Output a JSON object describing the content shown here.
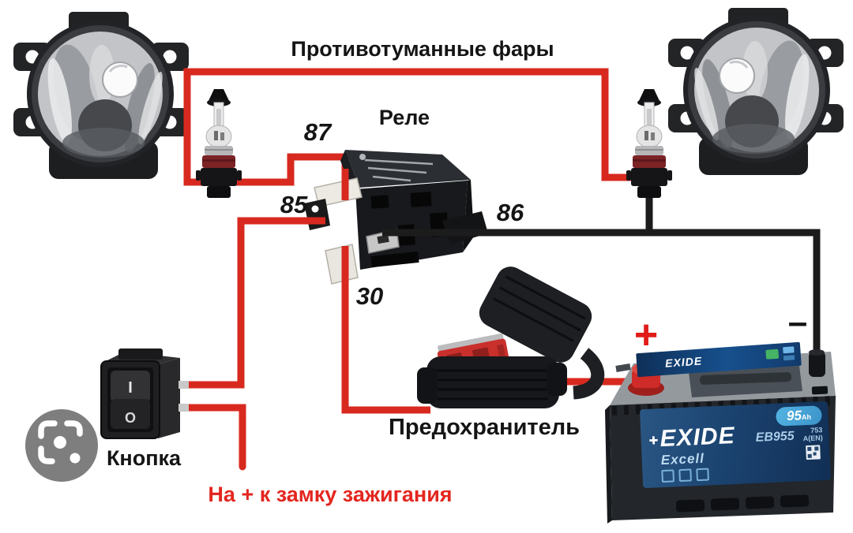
{
  "title": "Противотуманные фары",
  "relay": {
    "label": "Реле",
    "pin_87": "87",
    "pin_85": "85",
    "pin_86": "86",
    "pin_30": "30"
  },
  "fuse_label": "Предохранитель",
  "switch": {
    "label": "Кнопка",
    "on_mark": "I",
    "off_mark": "O"
  },
  "ignition_note": "На + к замку зажигания",
  "battery": {
    "plus_sign": "+",
    "minus_sign": "–",
    "top_brand": "EXIDE",
    "logo_mark": "✚",
    "brand": "EXIDE",
    "series": "Excell",
    "model": "EB955",
    "capacity": "95",
    "capacity_unit": "Ah",
    "rating": "753",
    "rating_standard": "A(EN)"
  },
  "colors": {
    "wire_red": "#d8291f",
    "wire_black": "#1c1c1c",
    "text_red": "#e3261f",
    "battery_label_bg": "#1b4370",
    "badge_blue": "#4aa7da"
  }
}
